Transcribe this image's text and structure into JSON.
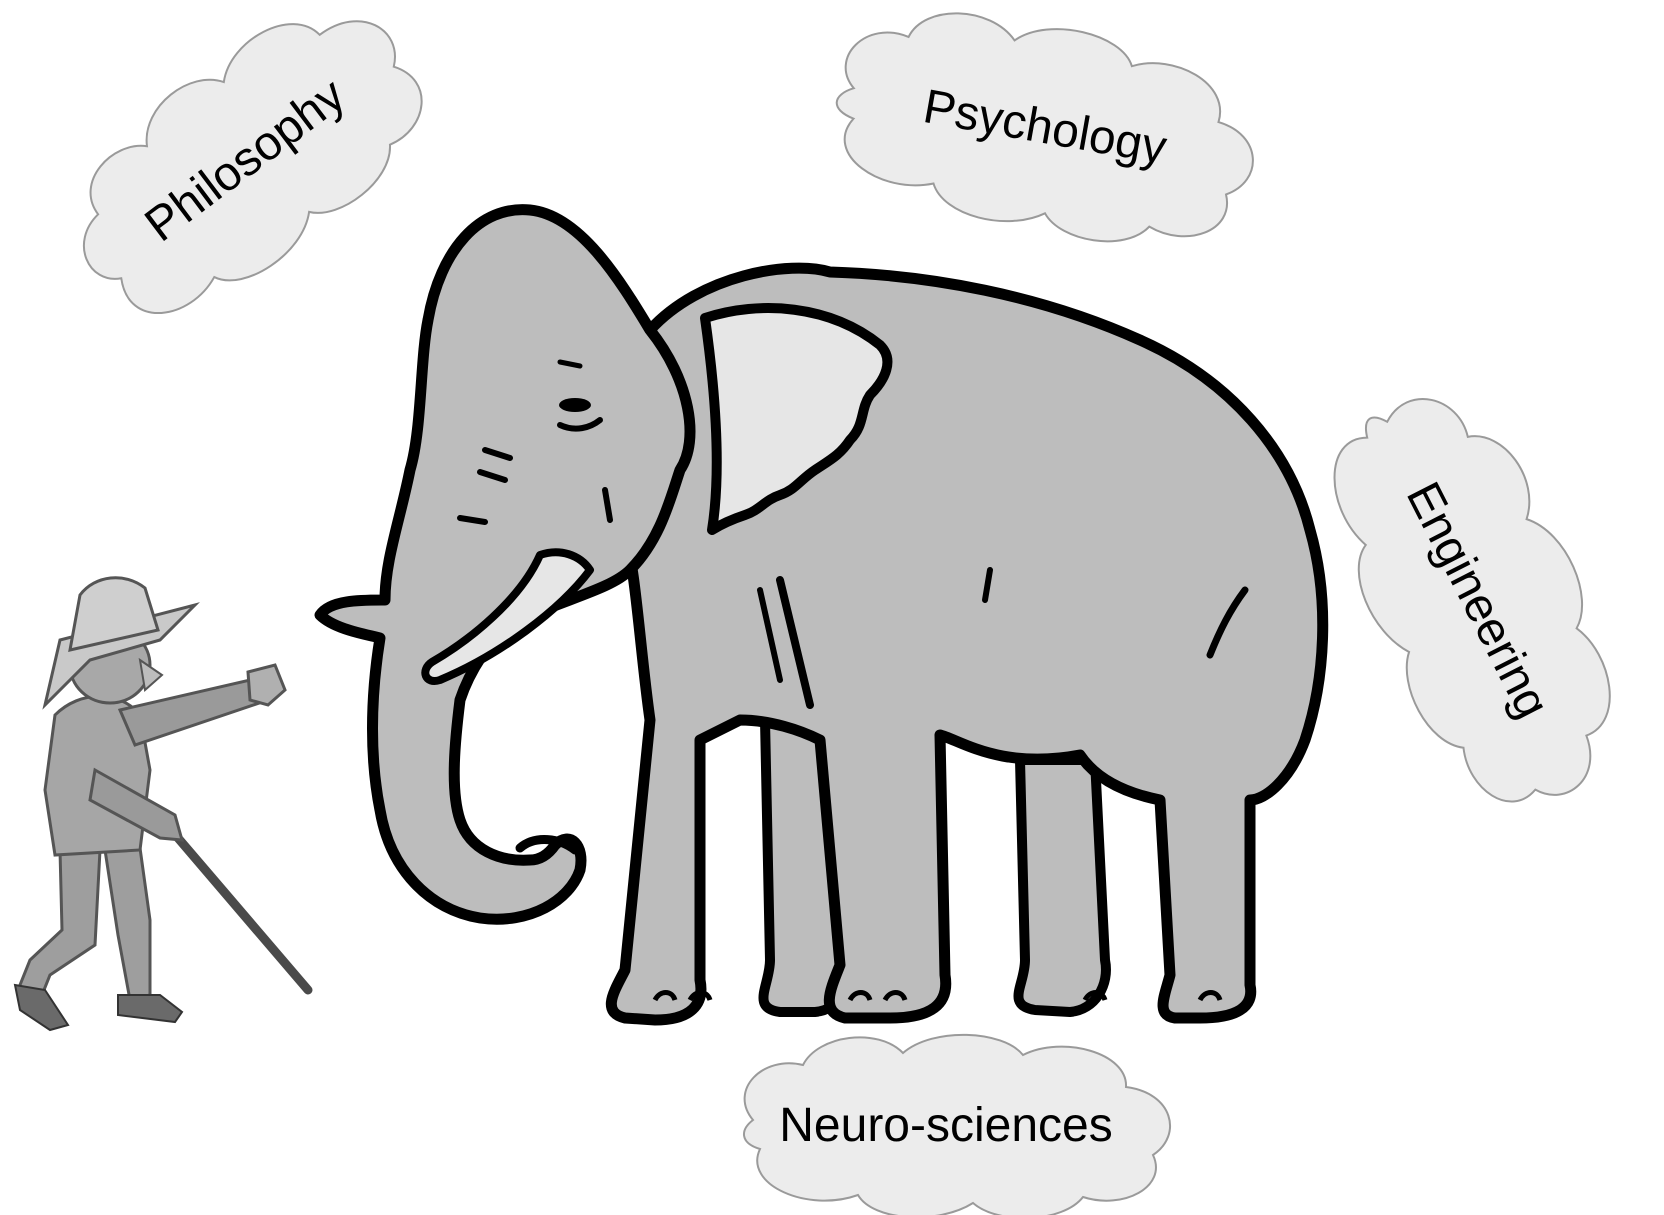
{
  "figure": {
    "illustration": "blind-man-and-elephant",
    "figures": [
      "blind-man-with-cane-icon",
      "elephant-icon"
    ],
    "clouds": [
      {
        "id": "philosophy",
        "label": "Philosophy"
      },
      {
        "id": "psychology",
        "label": "Psychology"
      },
      {
        "id": "engineering",
        "label": "Engineering"
      },
      {
        "id": "neurosciences",
        "label": "Neuro-sciences"
      }
    ],
    "colors": {
      "cloud_fill": "#ececec",
      "cloud_stroke": "#9a9a9a",
      "elephant_body": "#bdbdbd",
      "elephant_outline": "#000000",
      "ear_and_tusk": "#e6e6e6",
      "man_body": "#9e9e9e",
      "label_text": "#000000"
    }
  }
}
